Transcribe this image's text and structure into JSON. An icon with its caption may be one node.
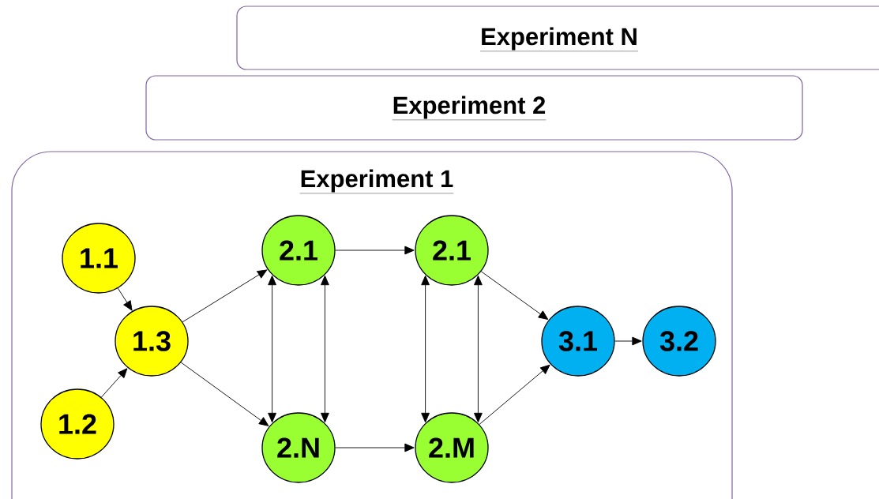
{
  "diagram": {
    "nodes": [
      {
        "text": [
          "Experiment N"
        ]
      },
      {
        "text": [
          "Experiment 2"
        ]
      },
      {
        "text": [
          "Experiment 1"
        ]
      },
      {
        "text": [
          "1.1"
        ],
        "in": 2
      },
      {
        "text": [
          "1.2"
        ],
        "in": 2
      },
      {
        "text": [
          "1.3"
        ],
        "in": 2
      },
      {
        "text": [
          "2.1"
        ],
        "in": 2
      },
      {
        "text": [
          "2.N"
        ],
        "in": 2
      },
      {
        "text": [
          "2.1"
        ],
        "in": 2
      },
      {
        "text": [
          "2.M"
        ],
        "in": 2
      },
      {
        "text": [
          "3.1"
        ],
        "in": 2
      },
      {
        "text": [
          "3.2"
        ],
        "in": 2
      }
    ],
    "edges": [
      {
        "from": 3,
        "to": 5,
        "arrow": "to"
      },
      {
        "from": 4,
        "to": 5,
        "arrow": "to"
      },
      {
        "from": 5,
        "to": 6,
        "arrow": "to"
      },
      {
        "from": 5,
        "to": 7,
        "arrow": "to"
      },
      {
        "from": 6,
        "to": 8,
        "arrow": "to"
      },
      {
        "from": 7,
        "to": 9,
        "arrow": "to"
      },
      {
        "from": 6,
        "to": 7,
        "arrow": "both"
      },
      {
        "from": 6,
        "to": 7,
        "arrow": "both"
      },
      {
        "from": 8,
        "to": 9,
        "arrow": "both"
      },
      {
        "from": 8,
        "to": 9,
        "arrow": "both"
      },
      {
        "from": 8,
        "to": 10,
        "arrow": "to"
      },
      {
        "from": 9,
        "to": 10,
        "arrow": "to"
      },
      {
        "from": 10,
        "to": 11,
        "arrow": "to"
      }
    ]
  }
}
